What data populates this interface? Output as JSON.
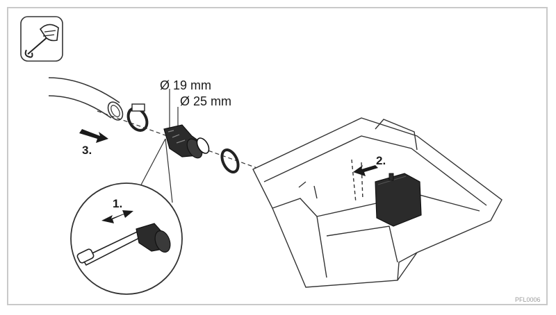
{
  "labels": {
    "diameter_small": "Ø 19 mm",
    "diameter_large": "Ø 25 mm",
    "step_1": "1.",
    "step_2": "2.",
    "step_3": "3."
  },
  "figure_code": "PFL0006",
  "icon": "wrench-tool-icon",
  "colors": {
    "line": "#222222",
    "dark_part": "#2b2b2b",
    "border": "#c9c9c9"
  }
}
